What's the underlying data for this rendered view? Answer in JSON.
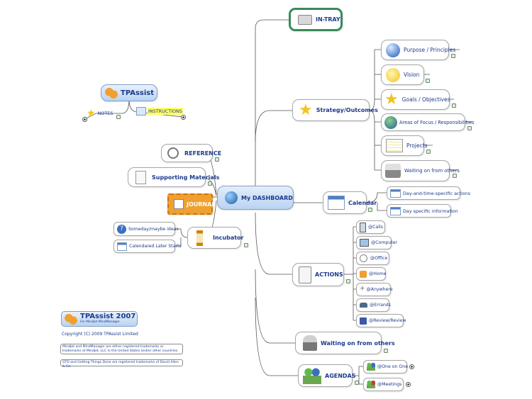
{
  "central": {
    "label": "My DASHBOARD"
  },
  "in_tray": {
    "label": "IN-TRAY"
  },
  "strategy": {
    "label": "Strategy/Outcomes",
    "children": [
      "Purpose / Principles",
      "Vision",
      "Goals / Objectives",
      "Areas of Focus / Responsibilities",
      "Projects",
      "Waiting on from others"
    ]
  },
  "calendar": {
    "label": "Calendar",
    "children": [
      "Day-and-time-specific actions",
      "Day specific information"
    ]
  },
  "actions": {
    "label": "ACTIONS",
    "children": [
      "@Calls",
      "@Computer",
      "@Office",
      "@Home",
      "@Anywhere",
      "@Errands",
      "@Review/Review"
    ]
  },
  "waiting": {
    "label": "Waiting on from others"
  },
  "agendas": {
    "label": "AGENDAS",
    "children": [
      "@One on One",
      "@Meetings"
    ]
  },
  "reference": {
    "label": "REFERENCE"
  },
  "supporting": {
    "label": "Supporting Materials"
  },
  "journal": {
    "label": "JOURNAL"
  },
  "incubator": {
    "label": "Incubator",
    "children": [
      "Someday/maybe ideas",
      "Calendared Later Starts"
    ]
  },
  "tpassist": {
    "label": "TPAssist",
    "notes": "NOTES",
    "instructions": "INSTRUCTIONS"
  },
  "footer": {
    "logo_title": "TPAssist 2007",
    "logo_sub": "For Mindjet MindManager",
    "copyright": "Copyright (C) 2009 TPAssist Limited",
    "trademark1": "MindJet and MindManager are either registered trademarks or trademarks of Mindjet, LLC in the United States and/or other countries.",
    "trademark2": "GTD and Getting Things Done are registered trademarks of David Allen & Co."
  },
  "colors": {
    "accent": "#1b3a8c",
    "central_fill": "#c8dcf4",
    "in_tray_border": "#3a8a5a",
    "journal": "#f0a030",
    "instructions_fill": "#ffff66"
  }
}
